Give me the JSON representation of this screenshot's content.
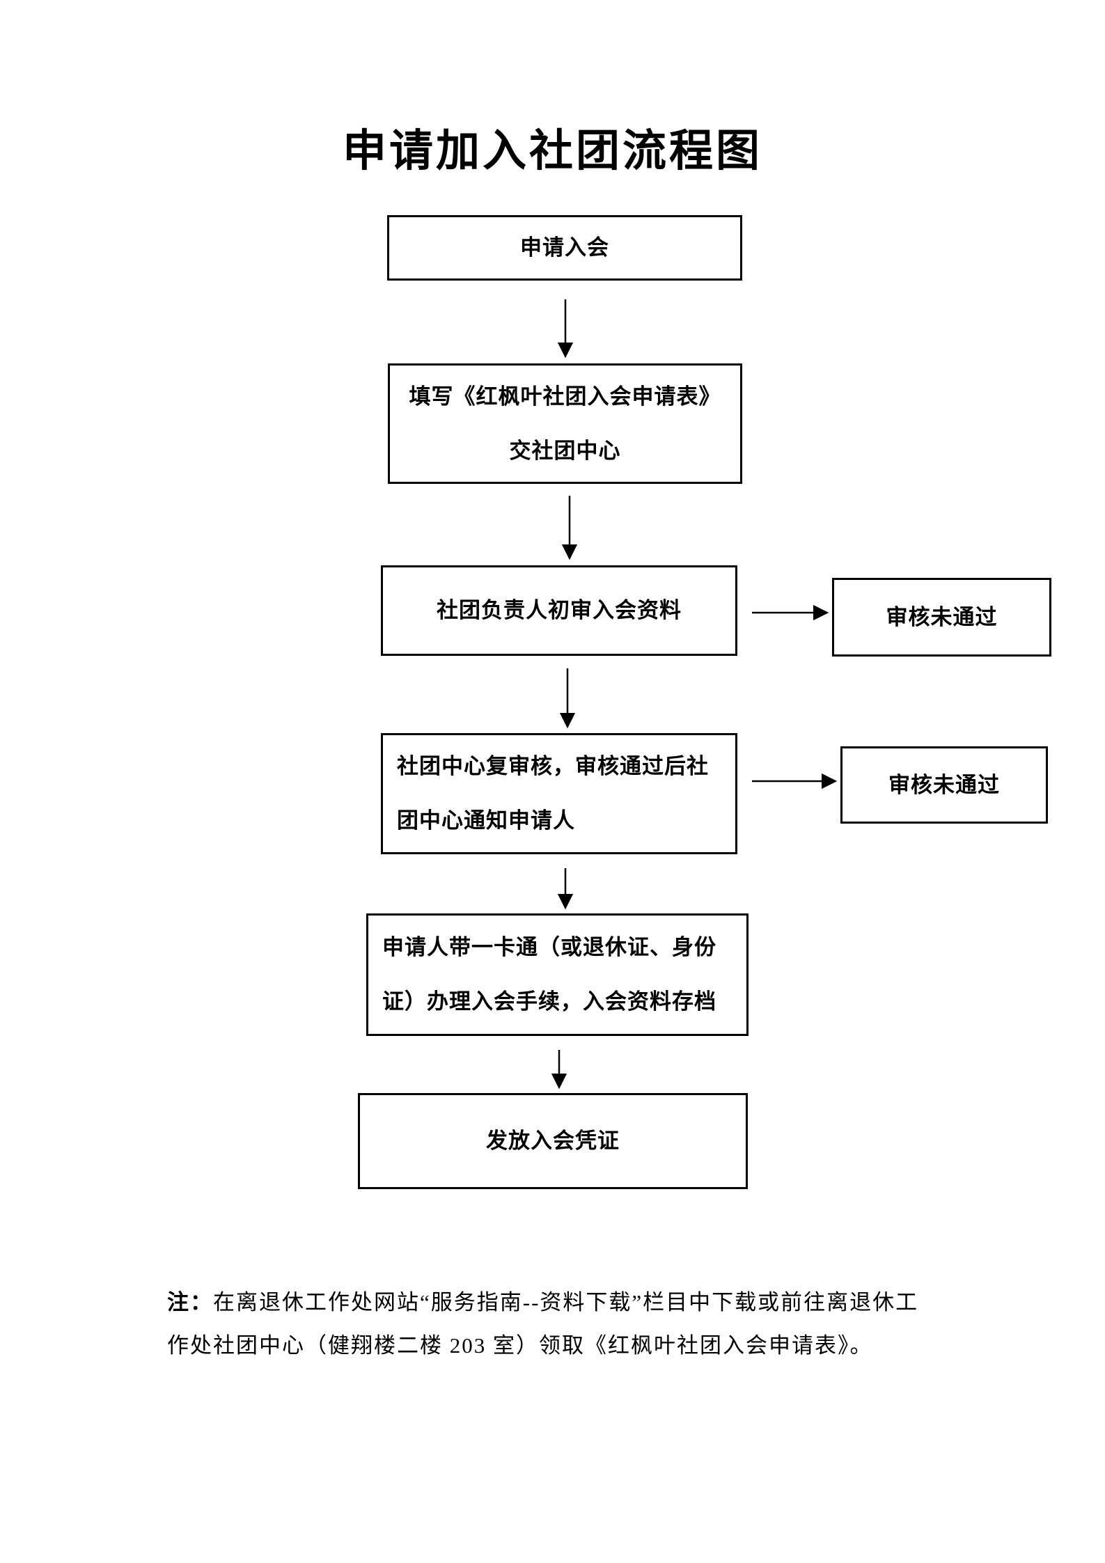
{
  "page": {
    "title": "申请加入社团流程图",
    "background_color": "#ffffff",
    "ink_color": "#000000"
  },
  "flowchart": {
    "steps": [
      {
        "id": 1,
        "label": "申请入会"
      },
      {
        "id": 2,
        "label": "填写《红枫叶社团入会申请表》\n交社团中心"
      },
      {
        "id": 3,
        "label": "社团负责人初审入会资料"
      },
      {
        "id": 4,
        "label": "社团中心复审核，审核通过后社\n团中心通知申请人"
      },
      {
        "id": 5,
        "label": "申请人带一卡通（或退休证、身份\n证）办理入会手续，入会资料存档"
      },
      {
        "id": 6,
        "label": "发放入会凭证"
      }
    ],
    "reject_boxes": [
      {
        "id": 1,
        "label": "审核未通过",
        "from_step": 3
      },
      {
        "id": 2,
        "label": "审核未通过",
        "from_step": 4
      }
    ]
  },
  "note": {
    "prefix": "注：",
    "line1": "在离退休工作处网站“服务指南--资料下载”栏目中下载或前往离退休工",
    "line2": "作处社团中心（健翔楼二楼 203 室）领取《红枫叶社团入会申请表》。"
  }
}
